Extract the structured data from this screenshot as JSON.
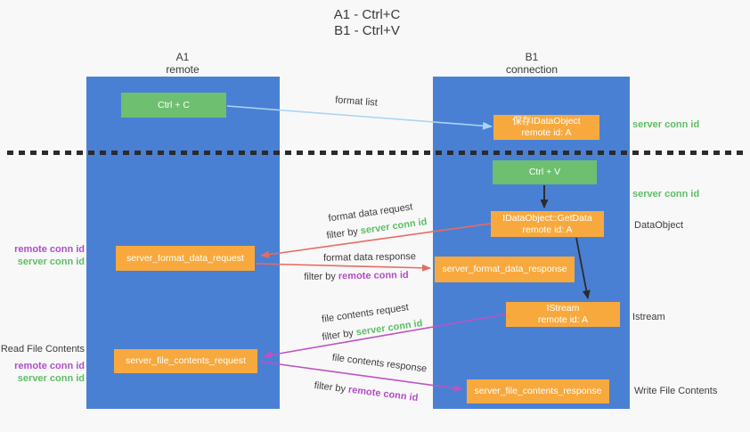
{
  "colors": {
    "background": "#f8f8f8",
    "lane_blue": "#4a80d3",
    "node_orange": "#f8a93e",
    "node_green": "#6ebf70",
    "accent_green": "#5fbd66",
    "accent_purple": "#b14ec9",
    "arrow_red": "#e86b62",
    "arrow_purple": "#bd53c4",
    "arrow_lightblue": "#aad4f2",
    "arrow_black": "#2b2b2b"
  },
  "title": {
    "line1": "A1 - Ctrl+C",
    "line2": "B1 - Ctrl+V"
  },
  "lanes": {
    "a1": {
      "name": "A1",
      "subtitle": "remote"
    },
    "b1": {
      "name": "B1",
      "subtitle": "connection"
    }
  },
  "nodes": {
    "ctrl_c": {
      "label": "Ctrl + C"
    },
    "ctrl_v": {
      "label": "Ctrl + V"
    },
    "save_idataobject": {
      "line1": "保存IDataObject",
      "line2": "remote id: A"
    },
    "getdata": {
      "line1": "IDataObject::GetData",
      "line2": "remote id: A"
    },
    "istream": {
      "line1": "IStream",
      "line2": "remote id: A"
    },
    "format_request": {
      "label": "server_format_data_request"
    },
    "format_response": {
      "label": "server_format_data_response"
    },
    "file_request": {
      "label": "server_file_contents_request"
    },
    "file_response": {
      "label": "server_file_contents_response"
    }
  },
  "arrow_labels": {
    "format_list": "format list",
    "format_data_request": "format data request",
    "format_data_response": "format data response",
    "file_contents_request": "file contents request",
    "file_contents_response": "file contents response",
    "filter_by": "filter by",
    "server_conn_id": "server conn id",
    "remote_conn_id": "remote conn id"
  },
  "side_labels": {
    "left_format_remote": "remote conn id",
    "left_format_server": "server conn id",
    "read_file_contents": "Read File Contents",
    "left_file_remote": "remote conn id",
    "left_file_server": "server conn id",
    "right_top_server": "server conn id",
    "right_mid_server": "server conn id",
    "dataobject": "DataObject",
    "istream": "Istream",
    "write_file_contents": "Write File Contents"
  }
}
